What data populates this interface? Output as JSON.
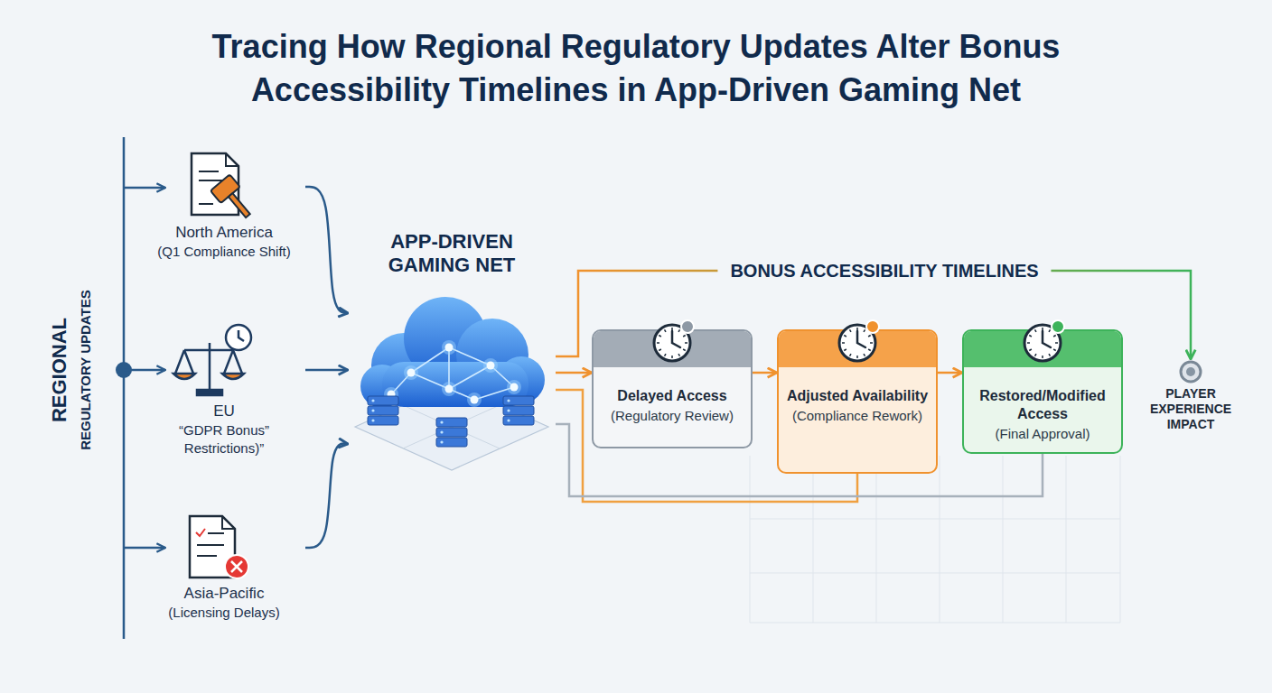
{
  "diagram": {
    "title": "Tracing How Regional Regulatory Updates Alter Bonus Accessibility Timelines in App-Driven Gaming Net",
    "nodes": [
      {
        "text": [
          "North America",
          "(Q1 Compliance Shift)"
        ]
      },
      {
        "text": [
          "EU",
          "“GDPR Bonus” Restrictions)”"
        ]
      },
      {
        "text": [
          "Asia-Pacific",
          "(Licensing Delays)"
        ]
      },
      {
        "text": [
          "APP-DRIVEN GAMING NET"
        ]
      },
      {
        "text": [
          "Delayed Access",
          "(Regulatory Review)"
        ]
      },
      {
        "text": [
          "Adjusted Availability",
          "(Compliance Rework)"
        ]
      },
      {
        "text": [
          "Restored/Modified Access",
          "(Final Approval)"
        ]
      },
      {
        "text": [
          "PLAYER EXPERIENCE IMPACT"
        ]
      }
    ],
    "edges": [
      {
        "from": 0,
        "to": 3,
        "arrow": "to"
      },
      {
        "from": 1,
        "to": 3,
        "arrow": "to"
      },
      {
        "from": 2,
        "to": 3,
        "arrow": "to"
      },
      {
        "from": 3,
        "to": 4,
        "arrow": "to"
      },
      {
        "from": 3,
        "to": 5,
        "arrow": "none"
      },
      {
        "from": 3,
        "to": 6,
        "arrow": "none"
      },
      {
        "from": 4,
        "to": 5,
        "arrow": "to"
      },
      {
        "from": 5,
        "to": 6,
        "arrow": "to"
      },
      {
        "from": 3,
        "to": 7,
        "label": "BONUS ACCESSIBILITY TIMELINES",
        "arrow": "to"
      }
    ],
    "labels": [
      "REGIONAL",
      "REGULATORY UPDATES"
    ]
  }
}
